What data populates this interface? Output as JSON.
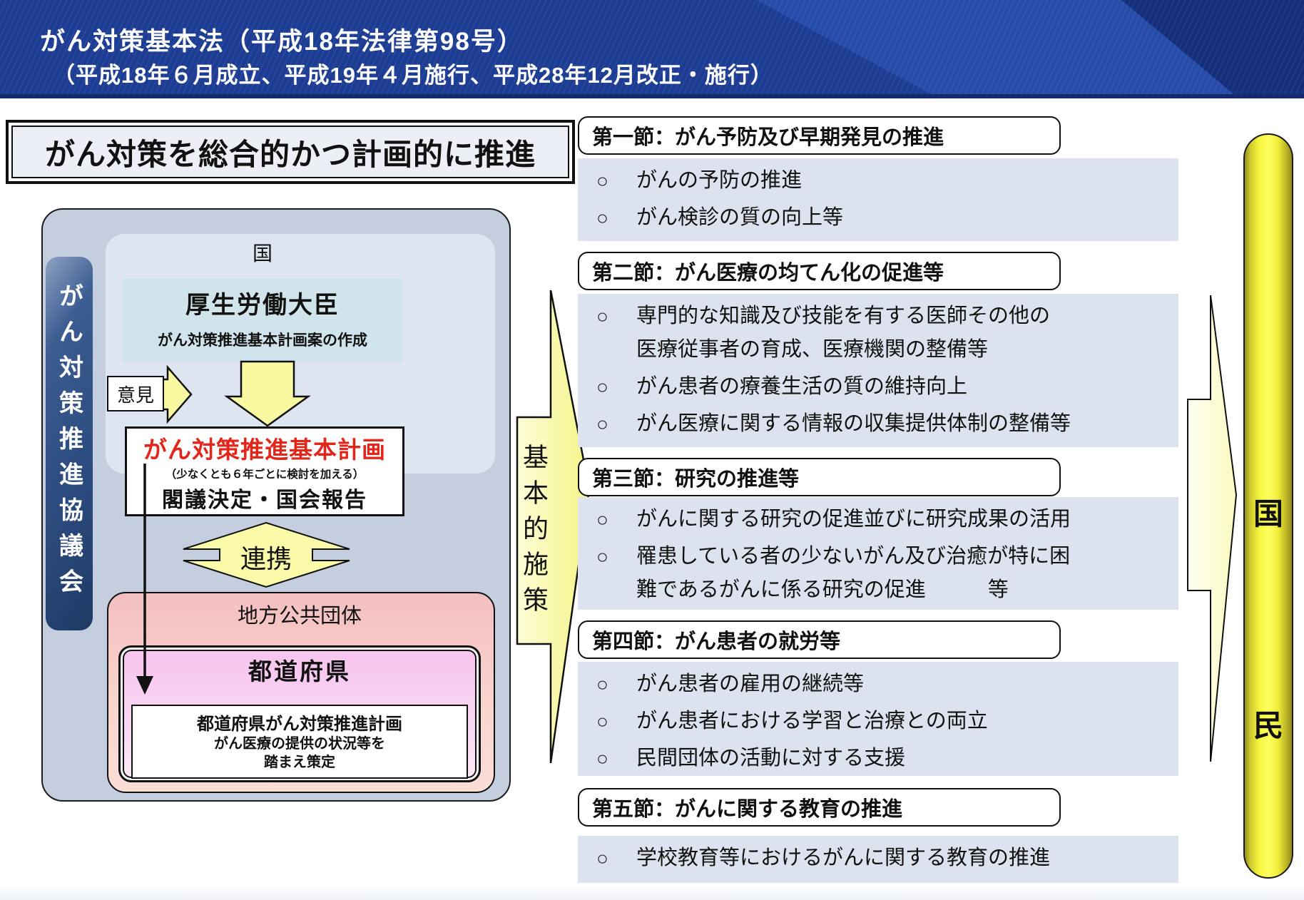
{
  "header": {
    "title": "がん対策基本法（平成18年法律第98号）",
    "subtitle": "（平成18年６月成立、平成19年４月施行、平成28年12月改正・施行）"
  },
  "lead": {
    "title": "がん対策を総合的かつ計画的に推進"
  },
  "council": {
    "label": "がん対策推進協議会"
  },
  "national": {
    "label": "国",
    "minister": {
      "title": "厚生労働大臣",
      "subtitle": "がん対策推進基本計画案の作成"
    },
    "opinion_label": "意見",
    "plan": {
      "title": "がん対策推進基本計画",
      "note": "（少なくとも６年ごとに検討を加える）",
      "subtitle": "閣議決定・国会報告"
    }
  },
  "cooperation_label": "連携",
  "local": {
    "label": "地方公共団体",
    "prefecture": {
      "title": "都道府県",
      "plan_title": "都道府県がん対策推進計画",
      "plan_note_line1": "がん医療の提供の状況等を",
      "plan_note_line2": "踏まえ策定"
    }
  },
  "basic_measures_label": "基本的施策",
  "citizens": [
    "国",
    "民"
  ],
  "bullet_glyph": "○",
  "sections": [
    {
      "title": "第一節：がん予防及び早期発見の推進",
      "items": [
        {
          "lines": [
            "がんの予防の推進"
          ]
        },
        {
          "lines": [
            "がん検診の質の向上等"
          ]
        }
      ]
    },
    {
      "title": "第二節：がん医療の均てん化の促進等",
      "items": [
        {
          "lines": [
            "専門的な知識及び技能を有する医師その他の",
            "医療従事者の育成、医療機関の整備等"
          ]
        },
        {
          "lines": [
            "がん患者の療養生活の質の維持向上"
          ]
        },
        {
          "lines": [
            "がん医療に関する情報の収集提供体制の整備等"
          ]
        }
      ]
    },
    {
      "title": "第三節：研究の推進等",
      "items": [
        {
          "lines": [
            "がんに関する研究の促進並びに研究成果の活用"
          ]
        },
        {
          "lines": [
            "罹患している者の少ないがん及び治癒が特に困",
            "難であるがんに係る研究の促進　　　等"
          ]
        }
      ]
    },
    {
      "title": "第四節：がん患者の就労等",
      "items": [
        {
          "lines": [
            "がん患者の雇用の継続等"
          ]
        },
        {
          "lines": [
            "がん患者における学習と治療との両立"
          ]
        },
        {
          "lines": [
            "民間団体の活動に対する支援"
          ]
        }
      ]
    },
    {
      "title": "第五節：がんに関する教育の推進",
      "items": [
        {
          "lines": [
            "学校教育等におけるがんに関する教育の推進"
          ]
        }
      ]
    }
  ],
  "colors": {
    "header_navy": "#1d3d94",
    "diagram_bg": "#c4cedf",
    "council_navy": "#2c4b7e",
    "minister_teal": "#d0e5eb",
    "plan_red_text": "#e3261a",
    "local_pink": "#f3bfc1",
    "prefecture_magenta": "#f7c3ee",
    "arrow_yellow": "#f9f9a2",
    "citizens_yellow": "#f7f73e",
    "section_content_bg": "#dce3ee"
  }
}
